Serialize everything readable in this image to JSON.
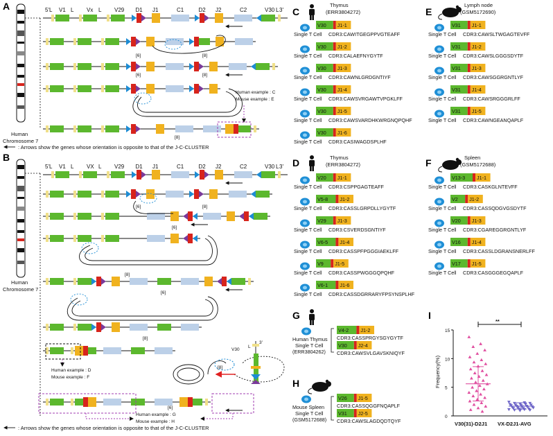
{
  "panels": {
    "A": "A",
    "B": "B",
    "C": "C",
    "D": "D",
    "E": "E",
    "F": "F",
    "G": "G",
    "H": "H",
    "I": "I"
  },
  "chromosome_label_1": "Human",
  "chromosome_label_2": "Chromosome 7",
  "arrow_note": "Arrows show the genes whose orientation is opposite to that of the J-C-CLUSTER",
  "gene_row_a": [
    "5'",
    "L",
    "V1",
    "L",
    "Vx",
    "L",
    "V29",
    "D1",
    "J1",
    "C1",
    "D2",
    "J2",
    "C2",
    "V30",
    "L",
    "3'"
  ],
  "gene_row_b": [
    "5'",
    "L",
    "V1",
    "L",
    "VX",
    "L",
    "V29",
    "D1",
    "J1",
    "C1",
    "D2",
    "J2",
    "C2",
    "V30",
    "L",
    "3'"
  ],
  "bracket_6": "[6]",
  "bracket_8": "[8]",
  "examples_a": {
    "human": "Human example : C",
    "mouse": "Mouse example : E"
  },
  "examples_b1": {
    "human": "Human example : D",
    "mouse": "Mouse example : F"
  },
  "examples_b2": {
    "human": "Human example : G",
    "mouse": "Mouse example : H"
  },
  "single_t": "Single T Cell",
  "C": {
    "title": "Thymus",
    "sample": "(ERR3804272)",
    "rows": [
      {
        "v": "V30",
        "j": "J1-1",
        "cdr": "CDR3:CAWITGEGPPVGTEAFF"
      },
      {
        "v": "V30",
        "j": "J1-2",
        "cdr": "CDR3:CALAEFNYGYTF"
      },
      {
        "v": "V30",
        "j": "J1-3",
        "cdr": "CDR3:CAWNLGRDGNTIYF"
      },
      {
        "v": "V30",
        "j": "J1-4",
        "cdr": "CDR3:CAWSVRGAWTVPGKLFF"
      },
      {
        "v": "V30",
        "j": "J1-5",
        "cdr": "CDR3:CAWSVARDHKWRGNQPQHF"
      },
      {
        "v": "V30",
        "j": "J1-6",
        "cdr": "CDR3:CASIWAGDSPLHF"
      }
    ]
  },
  "D": {
    "title": "Thymus",
    "sample": "(ERR3804272)",
    "rows": [
      {
        "v": "V20",
        "j": "J1-1",
        "cdr": "CDR3:CSPPGAGTEAFF"
      },
      {
        "v": "V5-8",
        "j": "J1-2",
        "cdr": "CDR3:CASSLGRPDLLYGYTF"
      },
      {
        "v": "V29",
        "j": "J1-3",
        "cdr": "CDR3:CSVERDSGNTIYF"
      },
      {
        "v": "V6-5",
        "j": "J1-4",
        "cdr": "CDR3:CASSPFPGGGIAEKLFF"
      },
      {
        "v": "V9",
        "j": "J1-5",
        "cdr": "CDR3:CASSPWGGGQPQHF"
      },
      {
        "v": "V6-1",
        "j": "J1-6",
        "cdr": "CDR3:CASSDGRRARYFPSYNSPLHF"
      }
    ]
  },
  "E": {
    "title": "Lymph node",
    "sample": "(GSM5172690)",
    "rows": [
      {
        "v": "V31",
        "j": "J1-1",
        "cdr": "CDR3:CAWSLTWGAGTEVFF"
      },
      {
        "v": "V31",
        "j": "J1-2",
        "cdr": "CDR3:CAWSLGGGSDYTF"
      },
      {
        "v": "V31",
        "j": "J1-3",
        "cdr": "CDR3:CAWSGGRGNTLYF"
      },
      {
        "v": "V31",
        "j": "J1-4",
        "cdr": "CDR3:CAWSRGGGRLFF"
      },
      {
        "v": "V31",
        "j": "J1-5",
        "cdr": "CDR3:CAWNGEANQAPLF"
      }
    ]
  },
  "F": {
    "title": "Spleen",
    "sample": "(GSM5172688)",
    "rows": [
      {
        "v": "V13-3",
        "j": "J1-1",
        "cdr": "CDR3:CASKGLNTEVFF"
      },
      {
        "v": "V2",
        "j": "J1-2",
        "cdr": "CDR3:CASSQDGVGSDYTF"
      },
      {
        "v": "V20",
        "j": "J1-3",
        "cdr": "CDR3:CGAREGGRGNTLYF"
      },
      {
        "v": "V16",
        "j": "J1-4",
        "cdr": "CDR3:CASSLDGRANSNERLFF"
      },
      {
        "v": "V17",
        "j": "J1-5",
        "cdr": "CDR3:CASGGGEGQAPLF"
      }
    ]
  },
  "G": {
    "label": [
      "Human Thymus",
      "Single T Cell",
      "(ERR3804262)"
    ],
    "rows": [
      {
        "v": "V4-2",
        "j": "J1-2",
        "cdr": "CDR3:CASSPRGYSGYGYTF"
      },
      {
        "v": "V30",
        "j": "J2-4",
        "cdr": "CDR3:CAWSVLGAVSKNIQYF"
      }
    ]
  },
  "H": {
    "label": [
      "Mouse Spleen",
      "Single T Cell",
      "(GSM5172688)"
    ],
    "rows": [
      {
        "v": "V26",
        "j": "J1-5",
        "cdr": "CDR3:CASSQGGFNQAPLF"
      },
      {
        "v": "V31",
        "j": "J2-5",
        "cdr": "CDR3:CAWSLAGDQDTQYF"
      }
    ]
  },
  "chart_data": {
    "type": "scatter",
    "categories": [
      "V30(31)-D2J1",
      "VX-D2J1-AVG"
    ],
    "ylabel": "Frequency(%)",
    "ylim": [
      0,
      15
    ],
    "yticks": [
      0,
      5,
      10,
      15
    ],
    "significance": "**",
    "series": [
      {
        "values": [
          13.8,
          12.6,
          12.1,
          11.5,
          10.9,
          10.3,
          9.8,
          9.4,
          9.1,
          8.7,
          8.2,
          7.9,
          7.5,
          7.2,
          6.9,
          6.6,
          6.2,
          5.9,
          5.6,
          5.3,
          5.0,
          4.7,
          4.4,
          4.1,
          3.8,
          3.5,
          3.2,
          2.9,
          2.6,
          2.3,
          2.0,
          1.7,
          1.4,
          1.1,
          0.8
        ],
        "mean": 5.6,
        "sd_low": 2.6,
        "sd_high": 8.6,
        "color": "#e04fa0"
      },
      {
        "values": [
          2.4,
          2.3,
          2.2,
          2.2,
          2.1,
          2.0,
          2.0,
          1.9,
          1.9,
          1.8,
          1.8,
          1.7,
          1.7,
          1.6,
          1.6,
          1.5,
          1.5,
          1.4,
          1.4,
          1.3,
          1.3,
          1.2,
          1.2,
          1.1,
          1.1,
          1.0,
          1.0,
          0.9
        ],
        "mean": 1.7,
        "sd_low": 1.2,
        "sd_high": 2.3,
        "color": "#6e66c8"
      }
    ]
  },
  "colors": {
    "v_gene": "#5cb82e",
    "d_gene": "#d7241c",
    "j_gene": "#f0b21f",
    "c_gene": "#bcd0e8",
    "rss_blue": "#1d8cd4",
    "rss_purple": "#7a3a9a",
    "arrow_red": "#e02020"
  }
}
